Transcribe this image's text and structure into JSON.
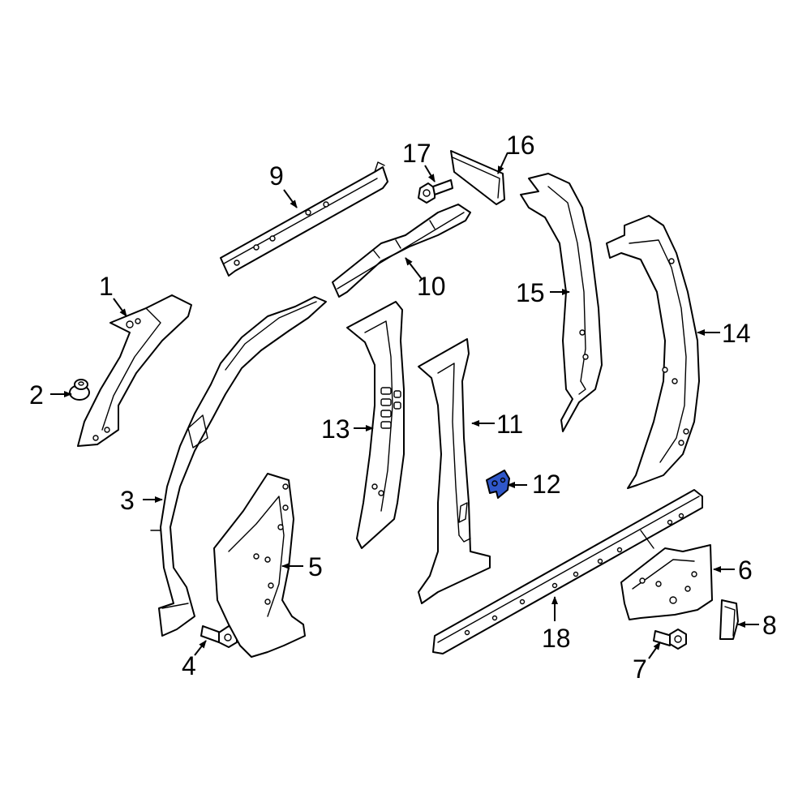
{
  "colors": {
    "line": "#000000",
    "background": "#ffffff",
    "highlight": "#2f57c9"
  },
  "highlighted_part": "12",
  "callouts": {
    "c1": "1",
    "c2": "2",
    "c3": "3",
    "c4": "4",
    "c5": "5",
    "c6": "6",
    "c7": "7",
    "c8": "8",
    "c9": "9",
    "c10": "10",
    "c11": "11",
    "c12": "12",
    "c13": "13",
    "c14": "14",
    "c15": "15",
    "c16": "16",
    "c17": "17",
    "c18": "18"
  }
}
